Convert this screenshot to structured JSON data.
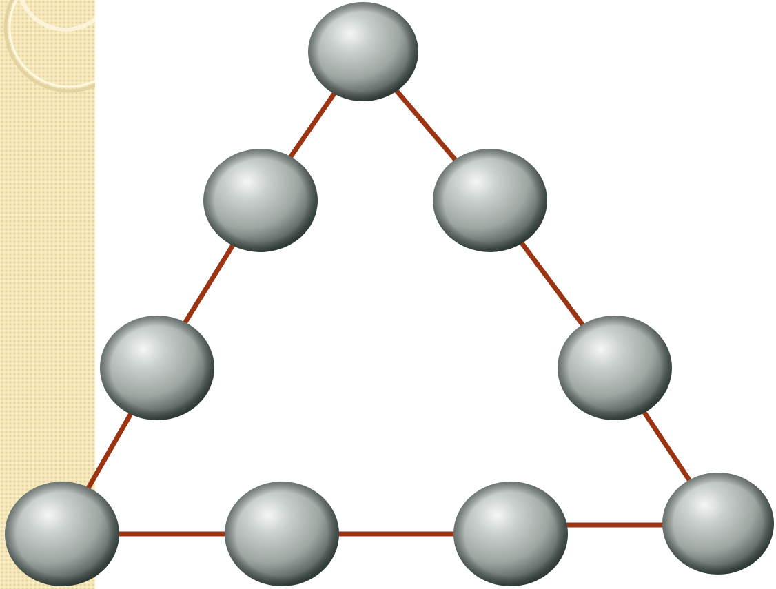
{
  "colors": {
    "band": "#f5e6b8",
    "connector": "#9a3412",
    "sphere_highlight": "#f4f6f4",
    "sphere_mid": "#9ea6a2",
    "sphere_shadow": "#2f3b38"
  },
  "diagram": {
    "node_count": 9,
    "edge_count": 9,
    "shape": "triangle"
  }
}
